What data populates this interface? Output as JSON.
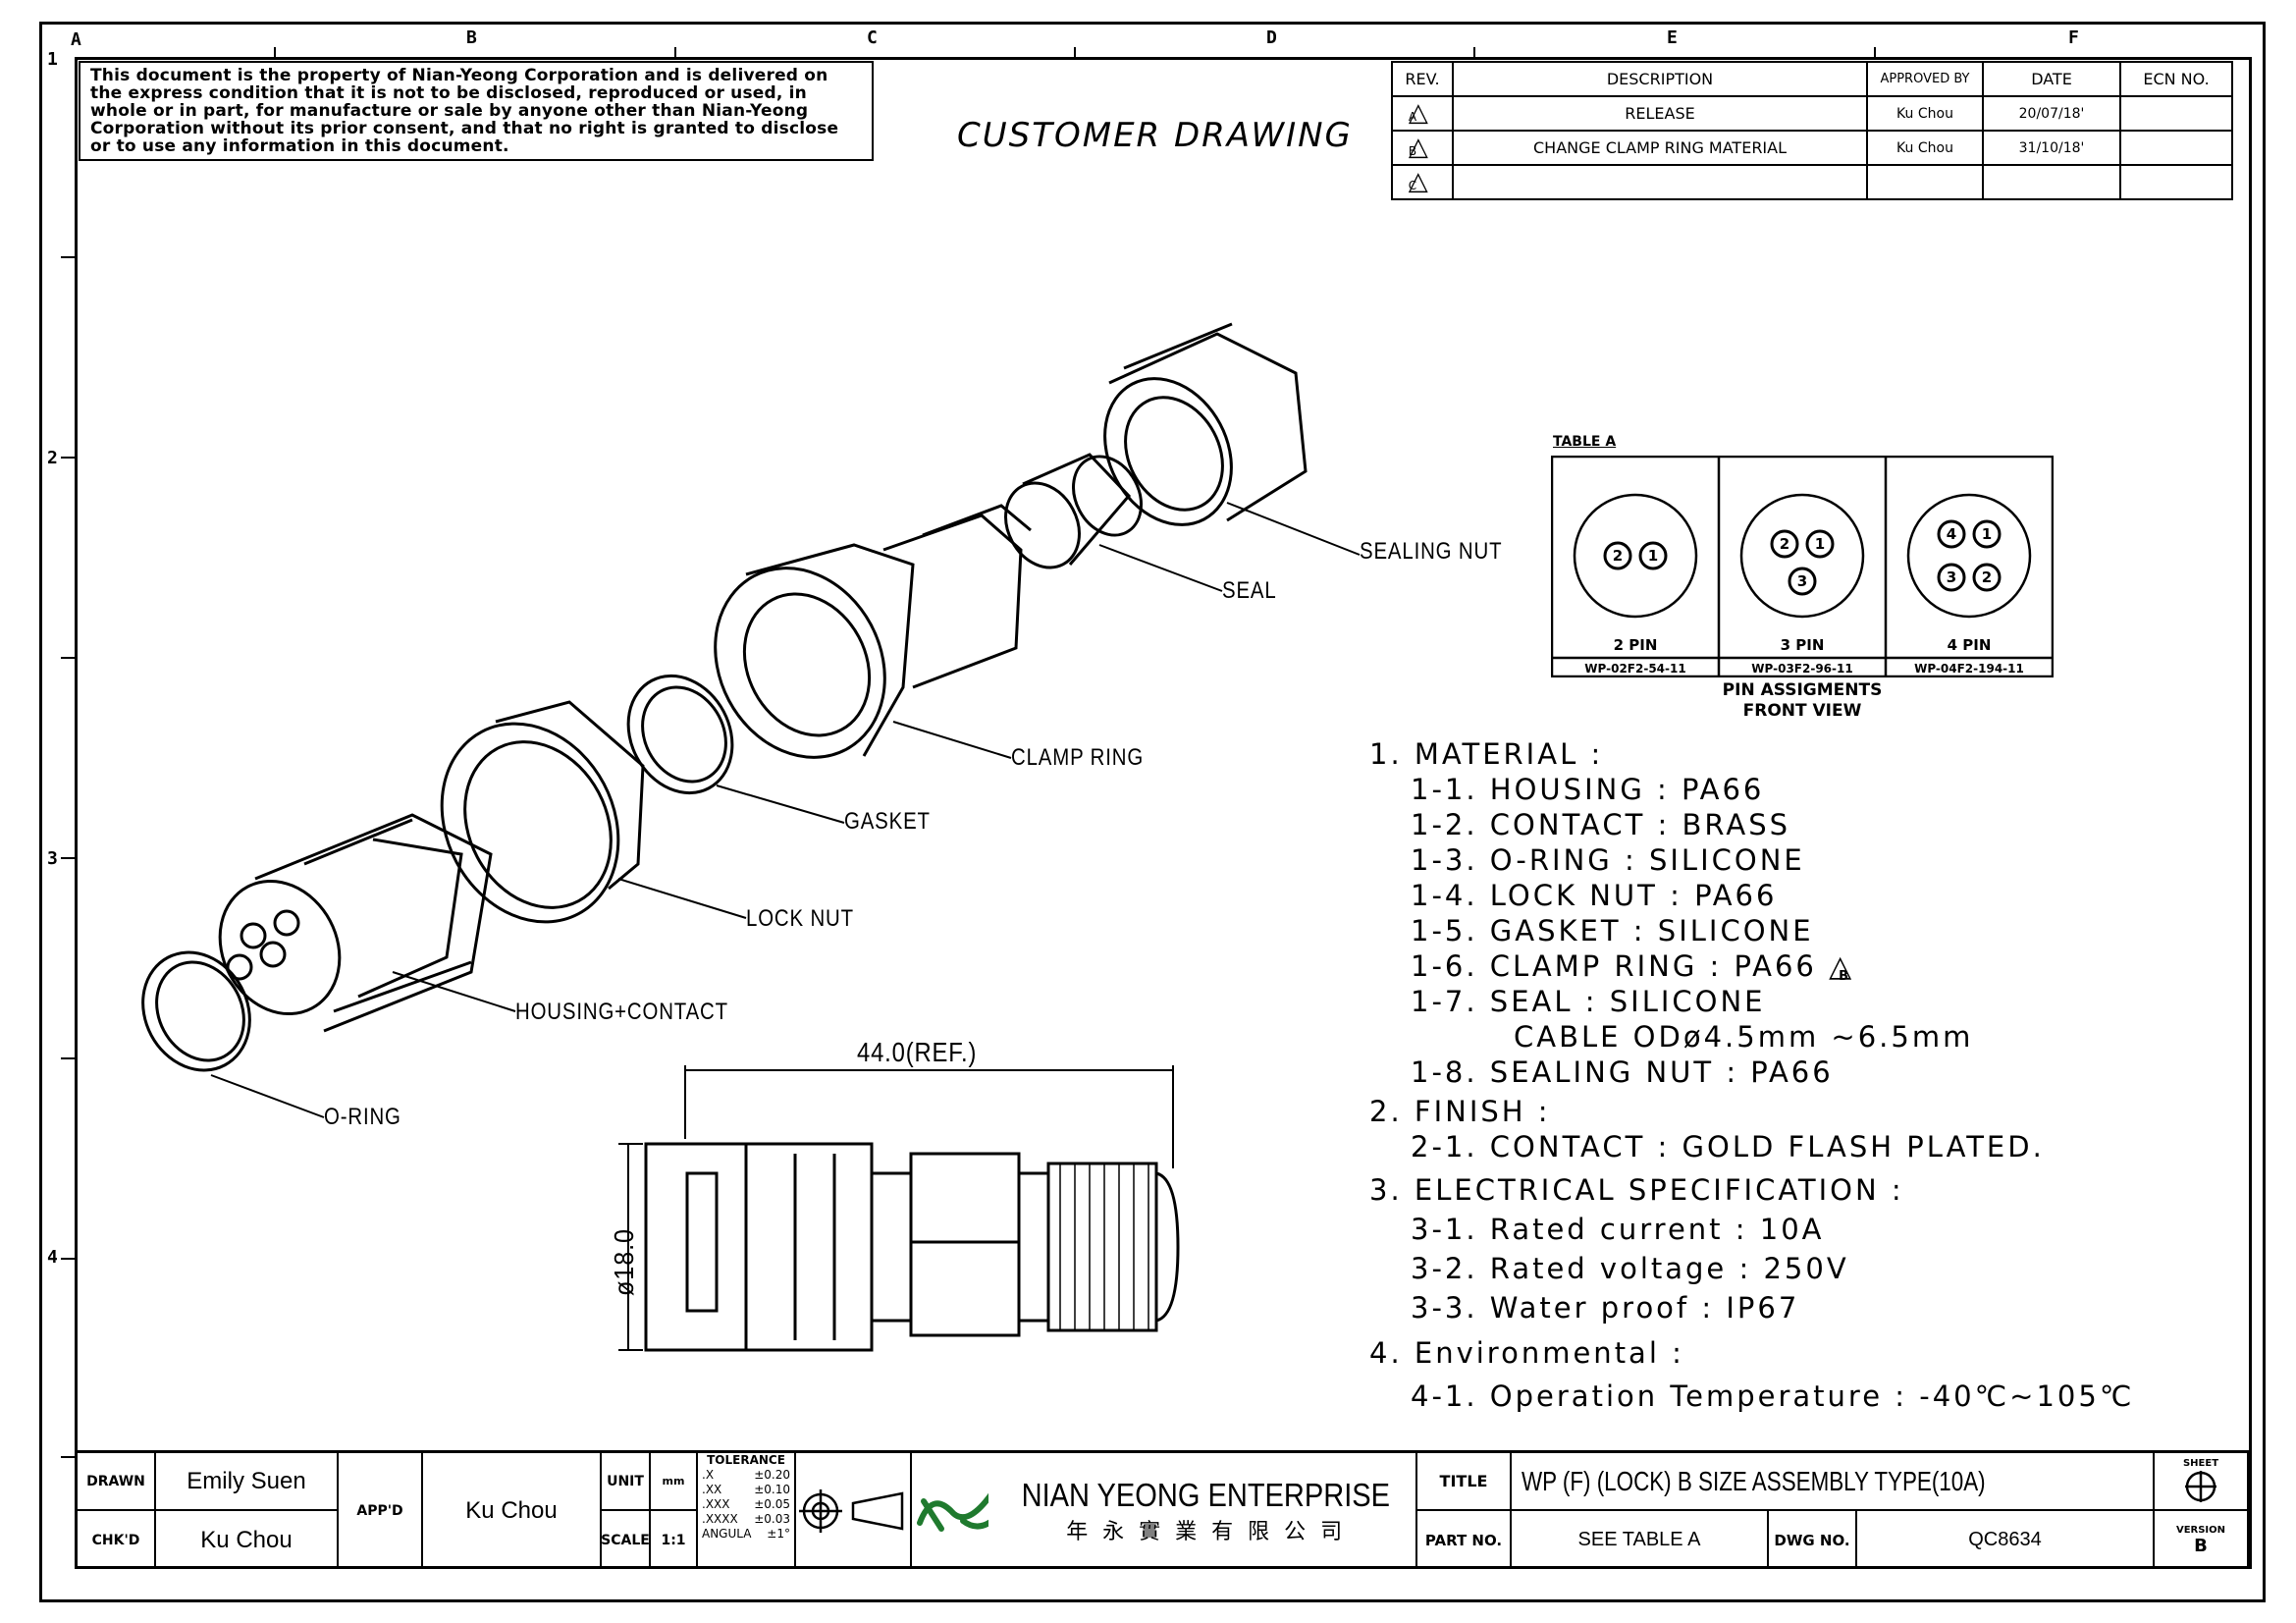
{
  "zones": {
    "cols": [
      "A",
      "B",
      "C",
      "D",
      "E",
      "F"
    ],
    "rows": [
      "1",
      "2",
      "3",
      "4"
    ]
  },
  "notice": "This document is the property of Nian-Yeong Corporation and is delivered on the express condition that it is not to be disclosed, reproduced or used, in whole or in part, for manufacture or sale by anyone other than Nian-Yeong Corporation without its prior consent, and that no right is granted to disclose or to use any information in this document.",
  "customer_drawing": "CUSTOMER DRAWING",
  "revision_table": {
    "headers": [
      "REV.",
      "DESCRIPTION",
      "APPROVED BY",
      "DATE",
      "ECN NO."
    ],
    "rows": [
      {
        "rev": "A",
        "description": "RELEASE",
        "approved": "Ku Chou",
        "date": "20/07/18'",
        "ecn": ""
      },
      {
        "rev": "B",
        "description": "CHANGE CLAMP RING MATERIAL",
        "approved": "Ku Chou",
        "date": "31/10/18'",
        "ecn": ""
      },
      {
        "rev": "C",
        "description": "",
        "approved": "",
        "date": "",
        "ecn": ""
      }
    ]
  },
  "pin_table": {
    "title": "TABLE A",
    "cells": [
      {
        "label": "2 PIN",
        "part": "WP-02F2-54-11",
        "pins": [
          "2",
          "1"
        ]
      },
      {
        "label": "3 PIN",
        "part": "WP-03F2-96-11",
        "pins": [
          "2",
          "1",
          "3"
        ]
      },
      {
        "label": "4 PIN",
        "part": "WP-04F2-194-11",
        "pins": [
          "4",
          "1",
          "3",
          "2"
        ]
      }
    ],
    "caption1": "PIN ASSIGMENTS",
    "caption2": "FRONT VIEW"
  },
  "callouts": {
    "sealing_nut": "SEALING NUT",
    "seal": "SEAL",
    "clamp_ring": "CLAMP RING",
    "gasket": "GASKET",
    "lock_nut": "LOCK NUT",
    "housing_contact": "HOUSING+CONTACT",
    "o_ring": "O-RING",
    "length": "44.0(REF.)",
    "diameter": "ø18.0"
  },
  "spec": [
    {
      "level": 0,
      "text": "1. MATERIAL :"
    },
    {
      "level": 1,
      "text": "1-1. HOUSING : PA66"
    },
    {
      "level": 1,
      "text": "1-2. CONTACT : BRASS"
    },
    {
      "level": 1,
      "text": "1-3. O-RING : SILICONE"
    },
    {
      "level": 1,
      "text": "1-4. LOCK NUT : PA66"
    },
    {
      "level": 1,
      "text": "1-5. GASKET : SILICONE"
    },
    {
      "level": 1,
      "text": "1-6. CLAMP RING : PA66",
      "rev": "B"
    },
    {
      "level": 1,
      "text": "1-7. SEAL : SILICONE"
    },
    {
      "level": 2,
      "text": "CABLE ODø4.5mm ~6.5mm"
    },
    {
      "level": 1,
      "text": "1-8. SEALING NUT : PA66"
    },
    {
      "level": 0,
      "text": "2. FINISH :"
    },
    {
      "level": 1,
      "text": "2-1. CONTACT : GOLD FLASH PLATED."
    },
    {
      "level": 0,
      "text": "3. ELECTRICAL SPECIFICATION :"
    },
    {
      "level": 1,
      "text": "3-1. Rated current : 10A"
    },
    {
      "level": 1,
      "text": "3-2. Rated voltage : 250V"
    },
    {
      "level": 1,
      "text": "3-3. Water proof : IP67"
    },
    {
      "level": 0,
      "text": "4. Environmental :"
    },
    {
      "level": 1,
      "text": "4-1. Operation Temperature : -40℃~105℃"
    }
  ],
  "title_block": {
    "drawn_label": "DRAWN",
    "drawn": "Emily Suen",
    "chkd_label": "CHK'D",
    "chkd": "Ku Chou",
    "appd_label": "APP'D",
    "appd": "Ku Chou",
    "unit_label": "UNIT",
    "unit": "mm",
    "scale_label": "SCALE",
    "scale": "1:1",
    "tolerance_title": "TOLERANCE",
    "tolerance": [
      [
        ".X",
        "±0.20"
      ],
      [
        ".XX",
        "±0.10"
      ],
      [
        ".XXX",
        "±0.05"
      ],
      [
        ".XXXX",
        "±0.03"
      ],
      [
        "ANGULA",
        "±1°"
      ]
    ],
    "company": "NIAN YEONG ENTERPRISE",
    "company_cn": "年 永 實 業 有 限 公 司",
    "title_label": "TITLE",
    "title": "WP (F) (LOCK) B SIZE ASSEMBLY TYPE(10A)",
    "part_label": "PART NO.",
    "part": "SEE TABLE A",
    "dwg_label": "DWG NO.",
    "dwg": "QC8634",
    "sheet_label": "SHEET",
    "version_label": "VERSION",
    "version": "B"
  },
  "colors": {
    "logo_green": "#1f7a2e",
    "ink": "#000000"
  }
}
